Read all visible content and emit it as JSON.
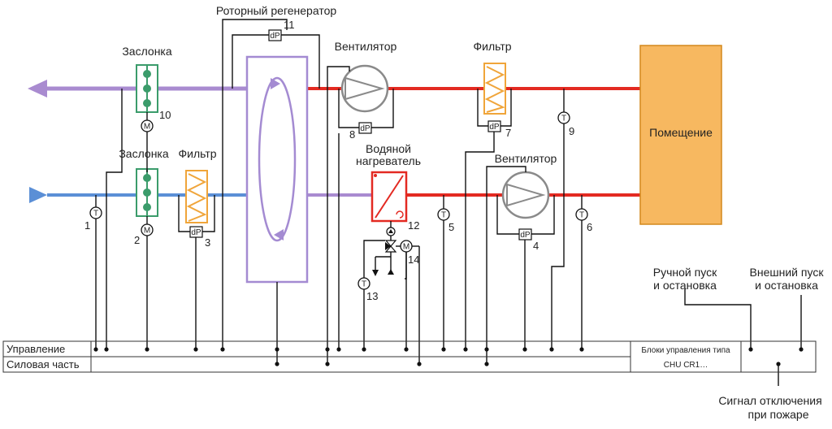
{
  "colors": {
    "exhaust_air": "#a98bd0",
    "fresh_air": "#5b8fd6",
    "supply_air": "#e32a22",
    "room_fill": "#f7b860",
    "room_stroke": "#d4881c",
    "filter": "#f0a53a",
    "damper": "#3b9c6b",
    "wheel": "#a48bd2",
    "heater": "#e32a22",
    "wire": "#111111"
  },
  "icons": [
    "arrow-left-icon",
    "arrow-right-icon",
    "damper-icon",
    "filter-icon",
    "fan-icon",
    "motor-icon",
    "temperature-sensor-icon",
    "pressure-sensor-icon",
    "rotary-wheel-icon",
    "water-heater-icon",
    "pump-icon",
    "valve-icon"
  ],
  "labels": {
    "rotor": "Роторный регенератор",
    "damper_top": "Заслонка",
    "damper_bottom": "Заслонка",
    "filter_bottom": "Фильтр",
    "fan_top": "Вентилятор",
    "filter_top": "Фильтр",
    "heater_line1": "Водяной",
    "heater_line2": "нагреватель",
    "fan_bottom": "Вентилятор",
    "room": "Помещение",
    "manual_line1": "Ручной пуск",
    "manual_line2": "и остановка",
    "external_line1": "Внешний пуск",
    "external_line2": "и остановка",
    "fire_line1": "Сигнал отключения",
    "fire_line2": "при пожаре"
  },
  "symbols": {
    "motor": "M",
    "temperature": "T",
    "pressure": "dP"
  },
  "numbers": {
    "n1": "1",
    "n2": "2",
    "n3": "3",
    "n4": "4",
    "n5": "5",
    "n6": "6",
    "n7": "7",
    "n8": "8",
    "n9": "9",
    "n10": "10",
    "n11": "11",
    "n12": "12",
    "n13": "13",
    "n14": "14"
  },
  "control_table": {
    "row_control": "Управление",
    "row_power": "Силовая часть",
    "unit_line1": "Блоки управления типа",
    "unit_line2": "CHU CR1…"
  }
}
